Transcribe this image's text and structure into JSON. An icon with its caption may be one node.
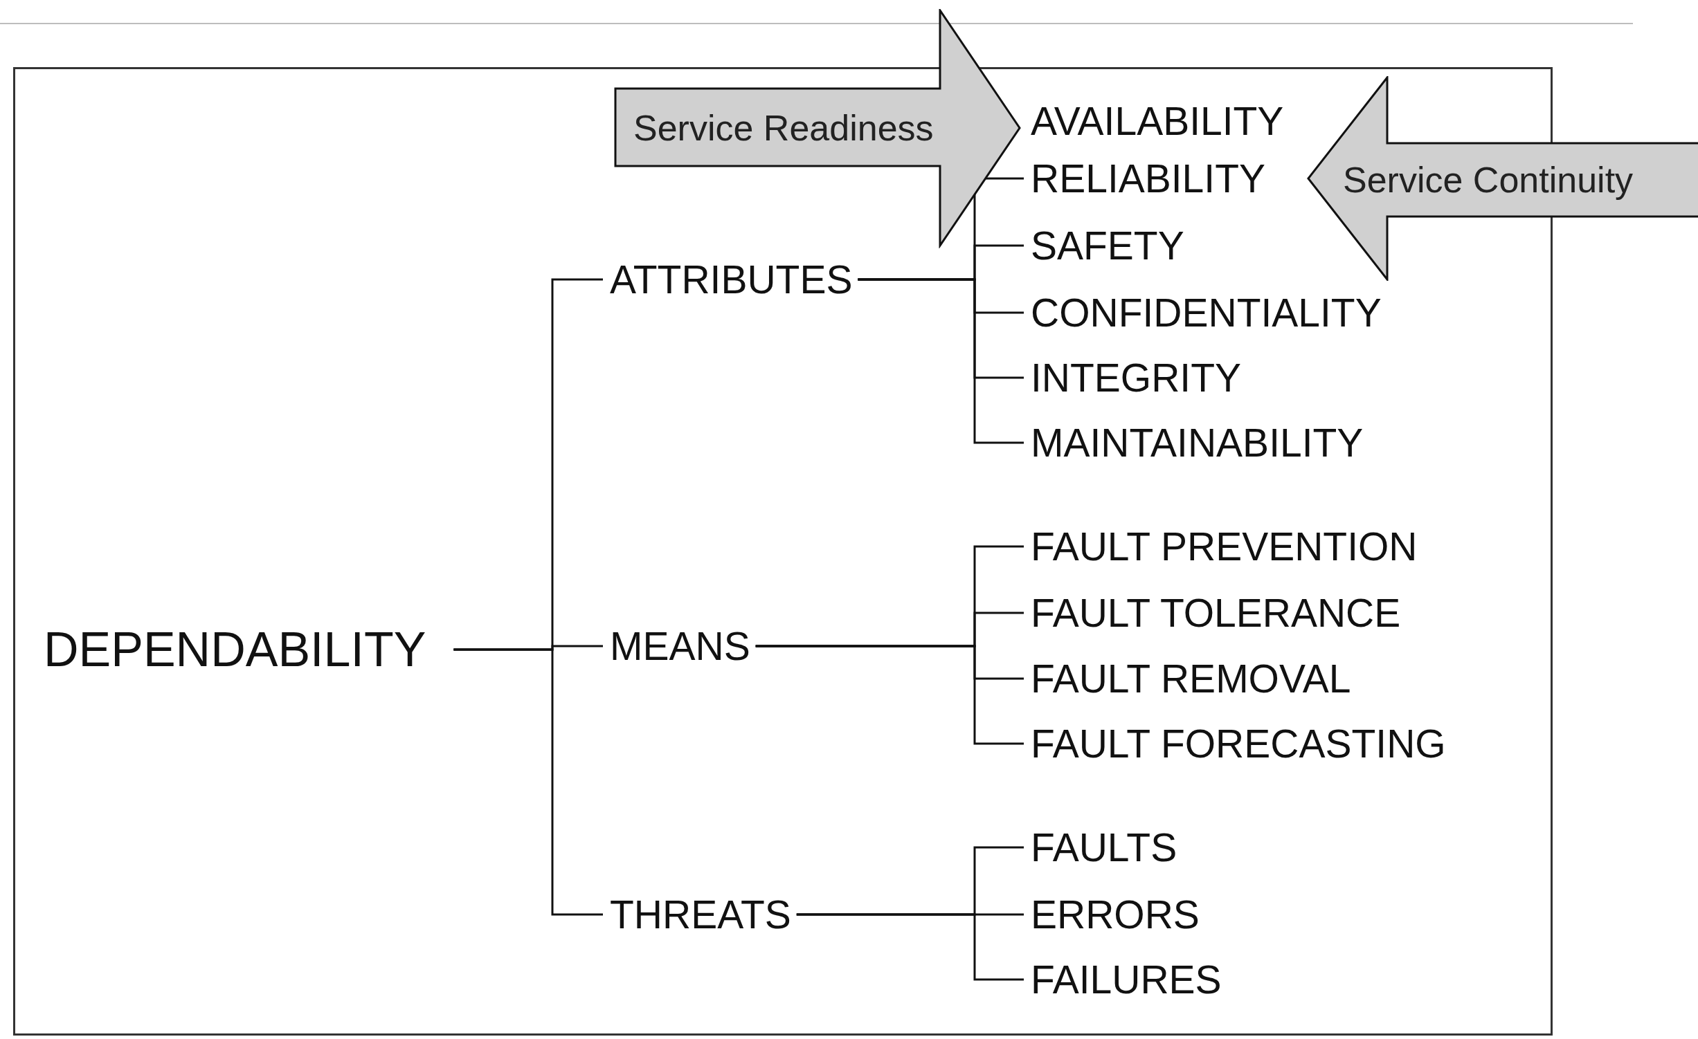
{
  "diagram": {
    "nodes": [
      {
        "text": [
          "DEPENDABILITY"
        ]
      },
      {
        "text": [
          "ATTRIBUTES"
        ]
      },
      {
        "text": [
          "AVAILABILITY"
        ]
      },
      {
        "text": [
          "RELIABILITY"
        ]
      },
      {
        "text": [
          "SAFETY"
        ]
      },
      {
        "text": [
          "CONFIDENTIALITY"
        ]
      },
      {
        "text": [
          "INTEGRITY"
        ]
      },
      {
        "text": [
          "MAINTAINABILITY"
        ]
      },
      {
        "text": [
          "MEANS"
        ]
      },
      {
        "text": [
          "FAULT PREVENTION"
        ]
      },
      {
        "text": [
          "FAULT TOLERANCE"
        ]
      },
      {
        "text": [
          "FAULT REMOVAL"
        ]
      },
      {
        "text": [
          "FAULT FORECASTING"
        ]
      },
      {
        "text": [
          "THREATS"
        ]
      },
      {
        "text": [
          "FAULTS"
        ]
      },
      {
        "text": [
          "ERRORS"
        ]
      },
      {
        "text": [
          "FAILURES"
        ]
      },
      {
        "text": [
          "Service Readiness"
        ]
      },
      {
        "text": [
          "Service Continuity"
        ]
      }
    ],
    "edges": [
      {
        "from": 0,
        "to": 1,
        "arrow": "none"
      },
      {
        "from": 0,
        "to": 8,
        "arrow": "none"
      },
      {
        "from": 0,
        "to": 13,
        "arrow": "none"
      },
      {
        "from": 1,
        "to": 3,
        "arrow": "none"
      },
      {
        "from": 1,
        "to": 4,
        "arrow": "none"
      },
      {
        "from": 1,
        "to": 5,
        "arrow": "none"
      },
      {
        "from": 1,
        "to": 6,
        "arrow": "none"
      },
      {
        "from": 1,
        "to": 7,
        "arrow": "none"
      },
      {
        "from": 8,
        "to": 9,
        "arrow": "none"
      },
      {
        "from": 8,
        "to": 10,
        "arrow": "none"
      },
      {
        "from": 8,
        "to": 11,
        "arrow": "none"
      },
      {
        "from": 8,
        "to": 12,
        "arrow": "none"
      },
      {
        "from": 13,
        "to": 14,
        "arrow": "none"
      },
      {
        "from": 13,
        "to": 15,
        "arrow": "none"
      },
      {
        "from": 13,
        "to": 16,
        "arrow": "none"
      }
    ]
  }
}
